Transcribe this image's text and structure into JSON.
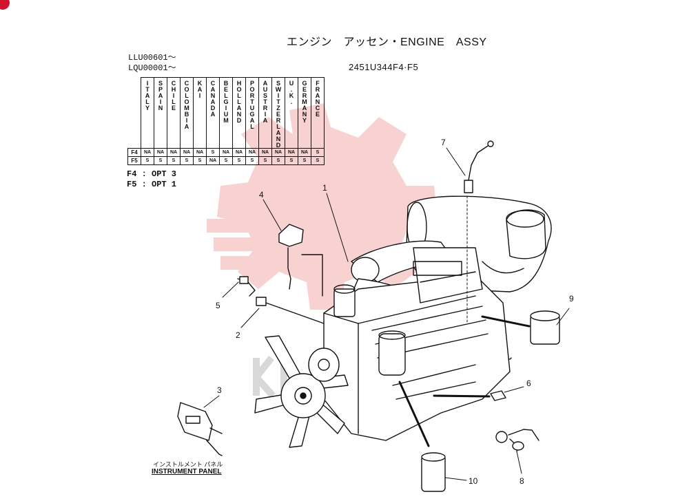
{
  "header": {
    "title": "エンジン　アッセン・ENGINE　ASSY",
    "serial_1": "LLU00601〜",
    "serial_2": "LQU00001〜",
    "part_number": "2451U344F4·F5"
  },
  "country_table": {
    "columns": [
      "ITALY",
      "SPAIN",
      "CHILE",
      "COLOMBIA",
      "KAI",
      "CANADA",
      "BELGIUM",
      "HOLLAND",
      "PORTUGAL",
      "AUSTRIA",
      "SWITZERLAND",
      "U.K.",
      "GERMANY",
      "FRANCE"
    ],
    "rows": [
      {
        "label": "F4",
        "values": [
          "NA",
          "NA",
          "NA",
          "NA",
          "NA",
          "S",
          "NA",
          "NA",
          "NA",
          "NA",
          "NA",
          "NA",
          "NA",
          "S"
        ]
      },
      {
        "label": "F5",
        "values": [
          "S",
          "S",
          "S",
          "S",
          "S",
          "NA",
          "S",
          "S",
          "S",
          "S",
          "S",
          "S",
          "S",
          "S"
        ]
      }
    ]
  },
  "options": {
    "f4": "F4 : OPT 3",
    "f5": "F5 : OPT 1"
  },
  "callouts": [
    "1",
    "2",
    "3",
    "4",
    "5",
    "6",
    "7",
    "8",
    "9",
    "10"
  ],
  "instrument_panel": {
    "jp": "インストルメント パネル",
    "en": "INSTRUMENT PANEL"
  },
  "colors": {
    "line": "#111111",
    "accent": "#d0142c",
    "watermark": "#f3b7b7"
  }
}
